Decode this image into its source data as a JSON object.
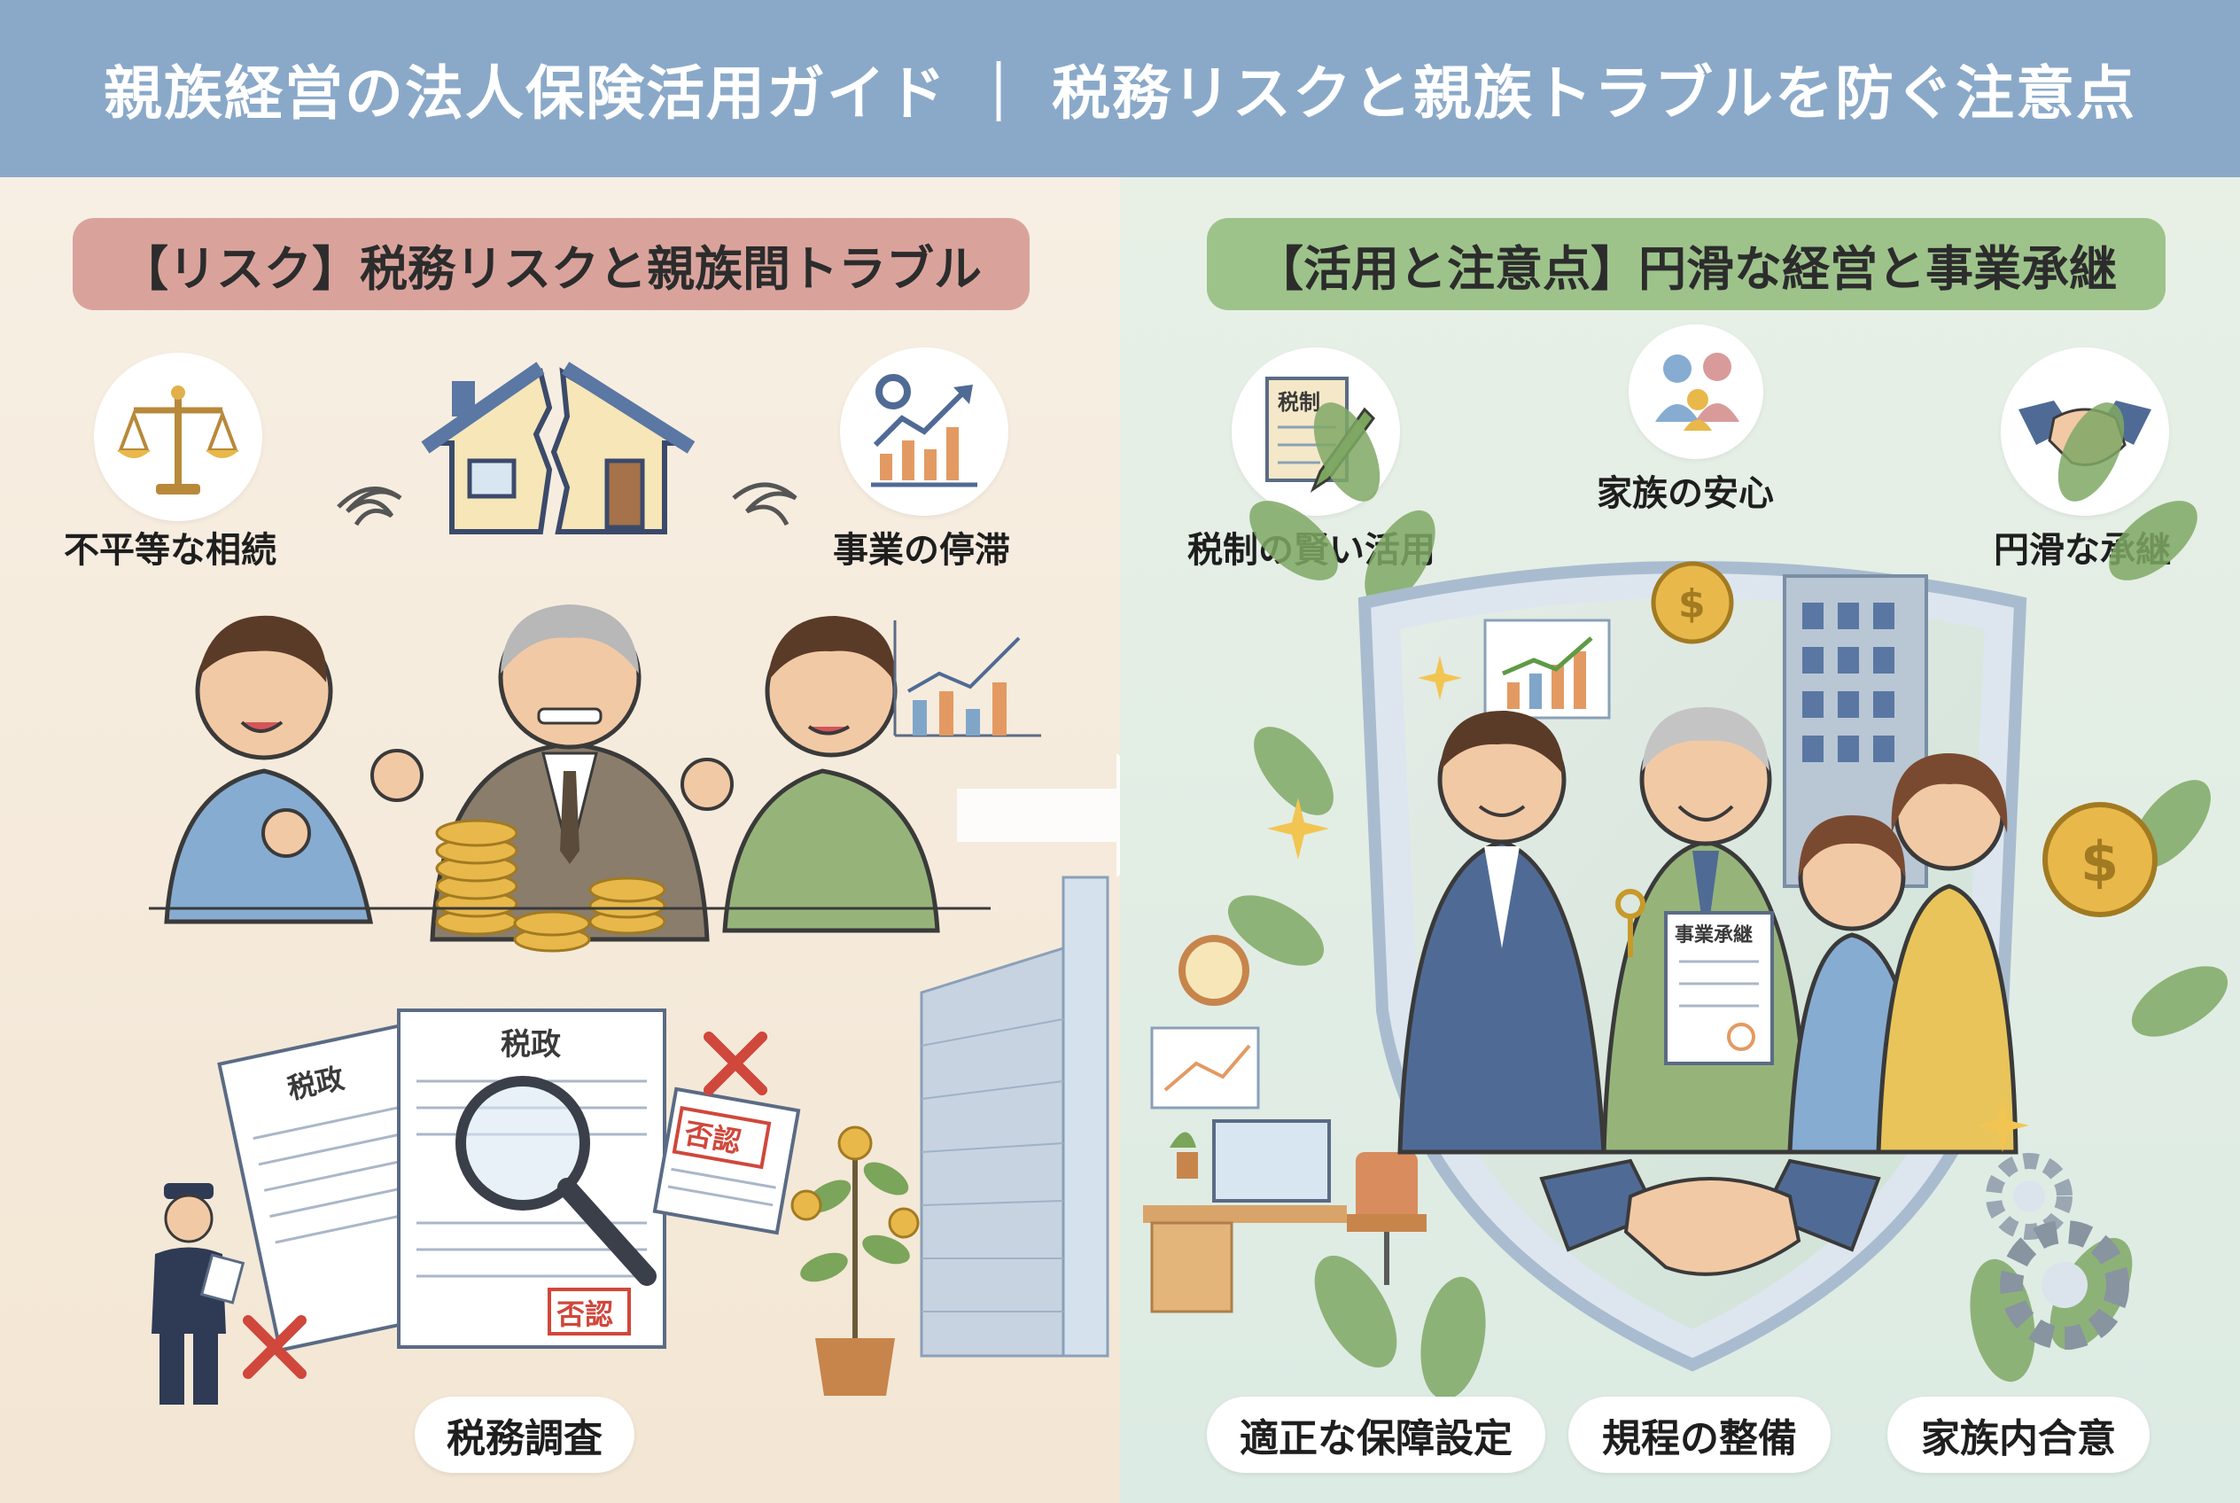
{
  "header": {
    "title": "親族経営の法人保険活用ガイド ｜ 税務リスクと親族トラブルを防ぐ注意点"
  },
  "left": {
    "tag": "【リスク】税務リスクと親族間トラブル",
    "label_inheritance": "不平等な相続",
    "label_stagnation": "事業の停滞",
    "label_audit": "税務調査",
    "doc_title_main": "税政",
    "doc_title_back": "税政",
    "stamp_reject_1": "否認",
    "stamp_reject_2": "否認"
  },
  "right": {
    "tag": "【活用と注意点】円滑な経営と事業承継",
    "label_tax": "税制の賢い活用",
    "label_family": "家族の安心",
    "label_succession": "円滑な承継",
    "icon_doc_text": "税制",
    "doc_succession": "事業承継",
    "pill_1": "適正な保障設定",
    "pill_2": "規程の整備",
    "pill_3": "家族内合意"
  },
  "colors": {
    "header": "#8aa9c9",
    "risk_tag": "#d9a39c",
    "use_tag": "#9dc38b",
    "coin": "#e8b84a",
    "reject_red": "#d0473b"
  }
}
